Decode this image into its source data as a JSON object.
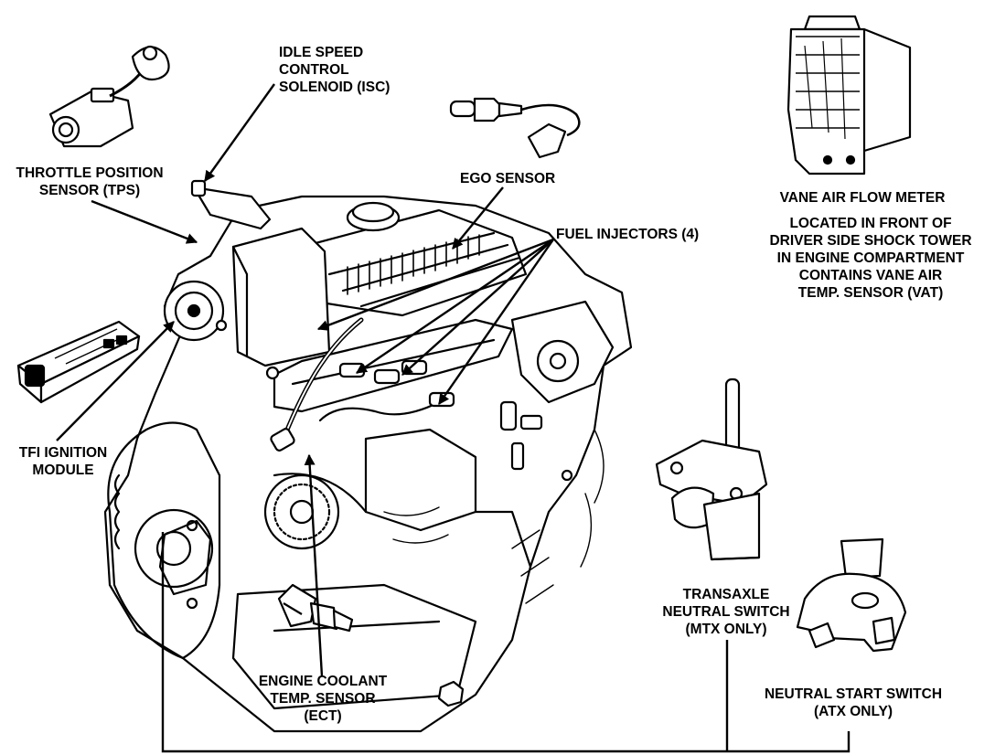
{
  "colors": {
    "ink": "#000000",
    "paper": "#ffffff"
  },
  "labels": {
    "isc": [
      "IDLE SPEED",
      "CONTROL",
      "SOLENOID (ISC)"
    ],
    "tps": [
      "THROTTLE POSITION",
      "SENSOR (TPS)"
    ],
    "ego": [
      "EGO SENSOR"
    ],
    "vane_meter": [
      "VANE AIR FLOW METER"
    ],
    "vane_note": [
      "LOCATED IN FRONT OF",
      "DRIVER SIDE SHOCK TOWER",
      "IN ENGINE COMPARTMENT",
      "CONTAINS VANE AIR",
      "TEMP. SENSOR (VAT)"
    ],
    "injectors": [
      "FUEL INJECTORS (4)"
    ],
    "tfi": [
      "TFI IGNITION",
      "MODULE"
    ],
    "transaxle": [
      "TRANSAXLE",
      "NEUTRAL SWITCH",
      "(MTX ONLY)"
    ],
    "neutral_start": [
      "NEUTRAL START SWITCH",
      "(ATX ONLY)"
    ],
    "ect": [
      "ENGINE COOLANT",
      "TEMP. SENSOR",
      "(ECT)"
    ]
  },
  "icons": [
    "engine-drawing",
    "throttle-position-sensor-icon",
    "ego-sensor-icon",
    "vane-air-flow-meter-icon",
    "tfi-module-icon",
    "coolant-sensor-icon",
    "transaxle-switch-icon",
    "neutral-start-switch-icon"
  ]
}
